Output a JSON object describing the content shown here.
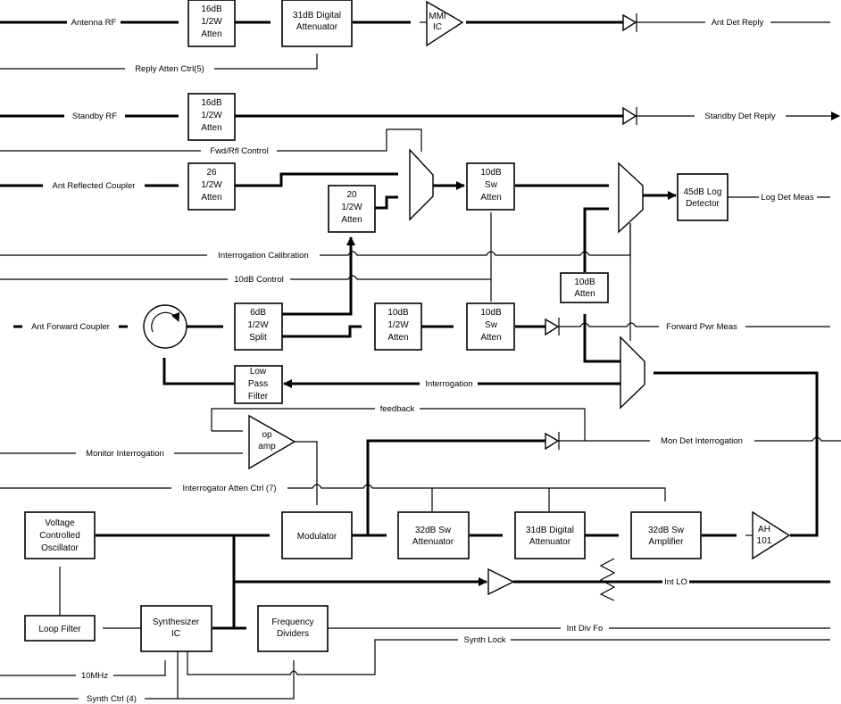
{
  "title": "RF Transponder Test Set Block Diagram",
  "blocks": {
    "att16_ant": [
      "16dB",
      "1/2W",
      "Atten"
    ],
    "dig31_reply": [
      "31dB Digital",
      "Attenuator"
    ],
    "mmic": [
      "MMI",
      "IC"
    ],
    "att16_stby": [
      "16dB",
      "1/2W",
      "Atten"
    ],
    "att26": [
      "26",
      "1/2W",
      "Atten"
    ],
    "att20": [
      "20",
      "1/2W",
      "Atten"
    ],
    "sw10_upper": [
      "10dB",
      "Sw",
      "Atten"
    ],
    "logdet": [
      "45dB Log",
      "Detector"
    ],
    "att10": [
      "10dB",
      "Atten"
    ],
    "split6": [
      "6dB",
      "1/2W",
      "Split"
    ],
    "att10_half": [
      "10dB",
      "1/2W",
      "Atten"
    ],
    "sw10_lower": [
      "10dB",
      "Sw",
      "Atten"
    ],
    "lpf": [
      "Low",
      "Pass",
      "Filter"
    ],
    "opamp": [
      "op",
      "amp"
    ],
    "vco": [
      "Voltage",
      "Controlled",
      "Oscillator"
    ],
    "modulator": [
      "Modulator"
    ],
    "sw32_att": [
      "32dB Sw",
      "Attenuator"
    ],
    "dig31_int": [
      "31dB Digital",
      "Attenuator"
    ],
    "sw32_amp": [
      "32dB Sw",
      "Amplifier"
    ],
    "ah101": [
      "AH",
      "101"
    ],
    "loopfilter": [
      "Loop  Filter"
    ],
    "synth": [
      "Synthesizer",
      "IC"
    ],
    "freqdiv": [
      "Frequency",
      "Dividers"
    ]
  },
  "signals": {
    "antenna_rf": "Antenna RF",
    "ant_det_reply": "Ant Det Reply",
    "reply_atten_ctrl": "Reply Atten Ctrl(5)",
    "standby_rf": "Standby RF",
    "standby_det_reply": "Standby Det Reply",
    "fwd_rfl_control": "Fwd/Rfl Control",
    "ant_reflected_coupler": "Ant Reflected Coupler",
    "log_det_meas": "Log Det Meas",
    "interrogation_calibration": "Interrogation Calibration",
    "control_10db": "10dB Control",
    "ant_forward_coupler": "Ant Forward Coupler",
    "forward_pwr_meas": "Forward Pwr Meas",
    "interrogation": "Interrogation",
    "feedback": "feedback",
    "monitor_interrogation": "Monitor Interrogation",
    "mon_det_interrogation": "Mon Det Interrogation",
    "interrogator_atten_ctrl": "Interrogator Atten Ctrl (7)",
    "int_lo": "Int LO",
    "int_div_fo": "Int Div Fo",
    "synth_lock": "Synth Lock",
    "ref_10mhz": "10MHz",
    "synth_ctrl": "Synth Ctrl (4)"
  }
}
